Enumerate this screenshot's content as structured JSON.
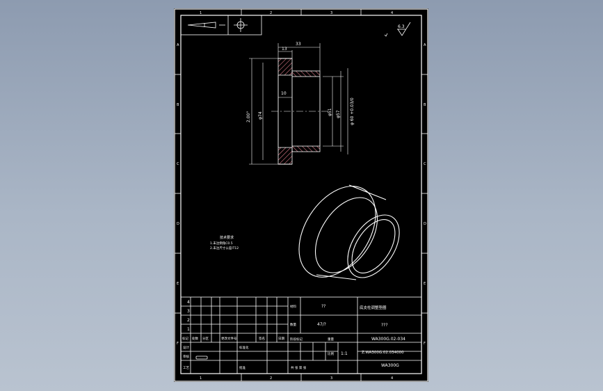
{
  "drawing": {
    "dimensions": {
      "total_length": "33",
      "flange_width": "13",
      "bore_depth": "10",
      "dia_74": "φ74",
      "dia_51": "φ51",
      "dia_57": "φ57",
      "dia_60": "φ 60 +0.03/0",
      "chamfer": "2.00°"
    },
    "surface_finish": "6.3",
    "tech_requirements": {
      "title": "技术要求",
      "line1": "1.未注倒角C0.5",
      "line2": "2.未注尺寸公差IT12"
    }
  },
  "title_block": {
    "rev_rows": [
      "4",
      "3",
      "2",
      "1"
    ],
    "header_labels": [
      "标记",
      "处数",
      "分区",
      "更改文件号",
      "签名",
      "日期"
    ],
    "sign_labels": [
      "设计",
      "审核",
      "工艺"
    ],
    "sign_labels2": [
      "标准化",
      "批准"
    ],
    "stage_label": "阶段标记",
    "weight_label": "重量",
    "scale_label": "比例",
    "scale_value": "1:1",
    "sheet_label": "共 张 第 张",
    "material_label": "材料",
    "material_value": "??",
    "quantity_label": "数量",
    "quantity_value": "47/?",
    "part_name": "底支柱调整垫圈",
    "part_name_value": "???",
    "drawing_number": "WA300G.02-034",
    "file_number": "Z.WA300G.02.034000",
    "product": "WA300G"
  },
  "border": {
    "columns": [
      "1",
      "2",
      "3",
      "4"
    ],
    "rows": [
      "A",
      "B",
      "C",
      "D",
      "E",
      "F"
    ]
  }
}
